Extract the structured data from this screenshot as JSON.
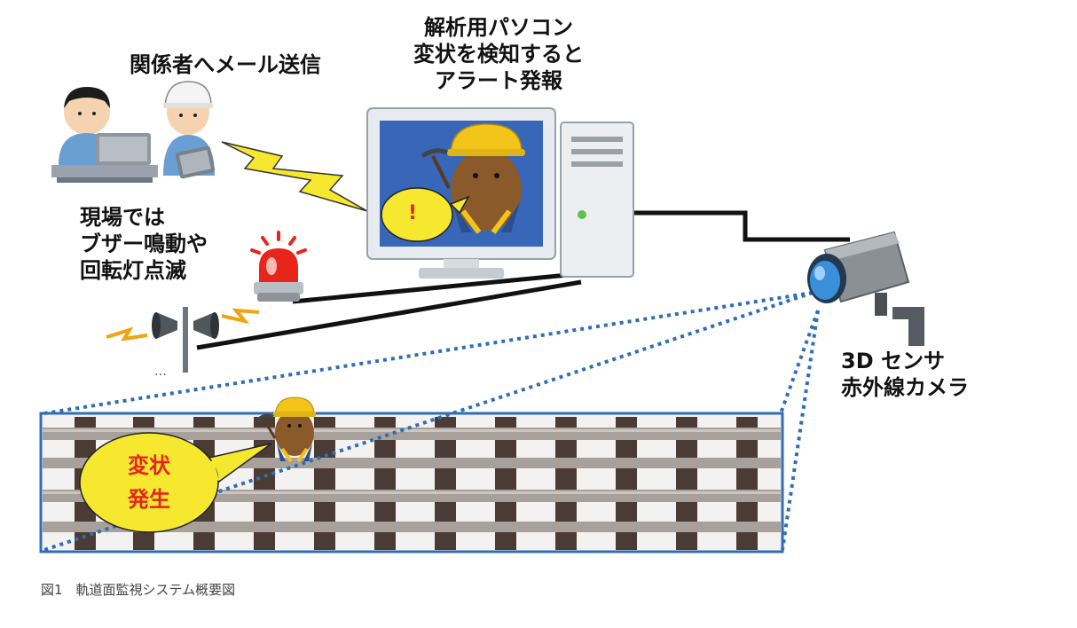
{
  "labels": {
    "email": "関係者へメール送信",
    "pc": [
      "解析用パソコン",
      "変状を検知すると",
      "アラート発報"
    ],
    "site": [
      "現場では",
      "ブザー鳴動や",
      "回転灯点滅"
    ],
    "sensor": [
      "3D センサ",
      "赤外線カメラ"
    ],
    "alert_mark": "!",
    "anomaly": [
      "変状",
      "発生"
    ],
    "dots": "…"
  },
  "caption": "図1　軌道面監視システム概要図",
  "colors": {
    "warning_yellow": "#f5e82f",
    "alert_red": "#e8251b",
    "frame_blue": "#2f6db5",
    "rail": "#a8a09a",
    "sleeper": "#4a3c34",
    "camera_blue": "#3a8fd8"
  }
}
